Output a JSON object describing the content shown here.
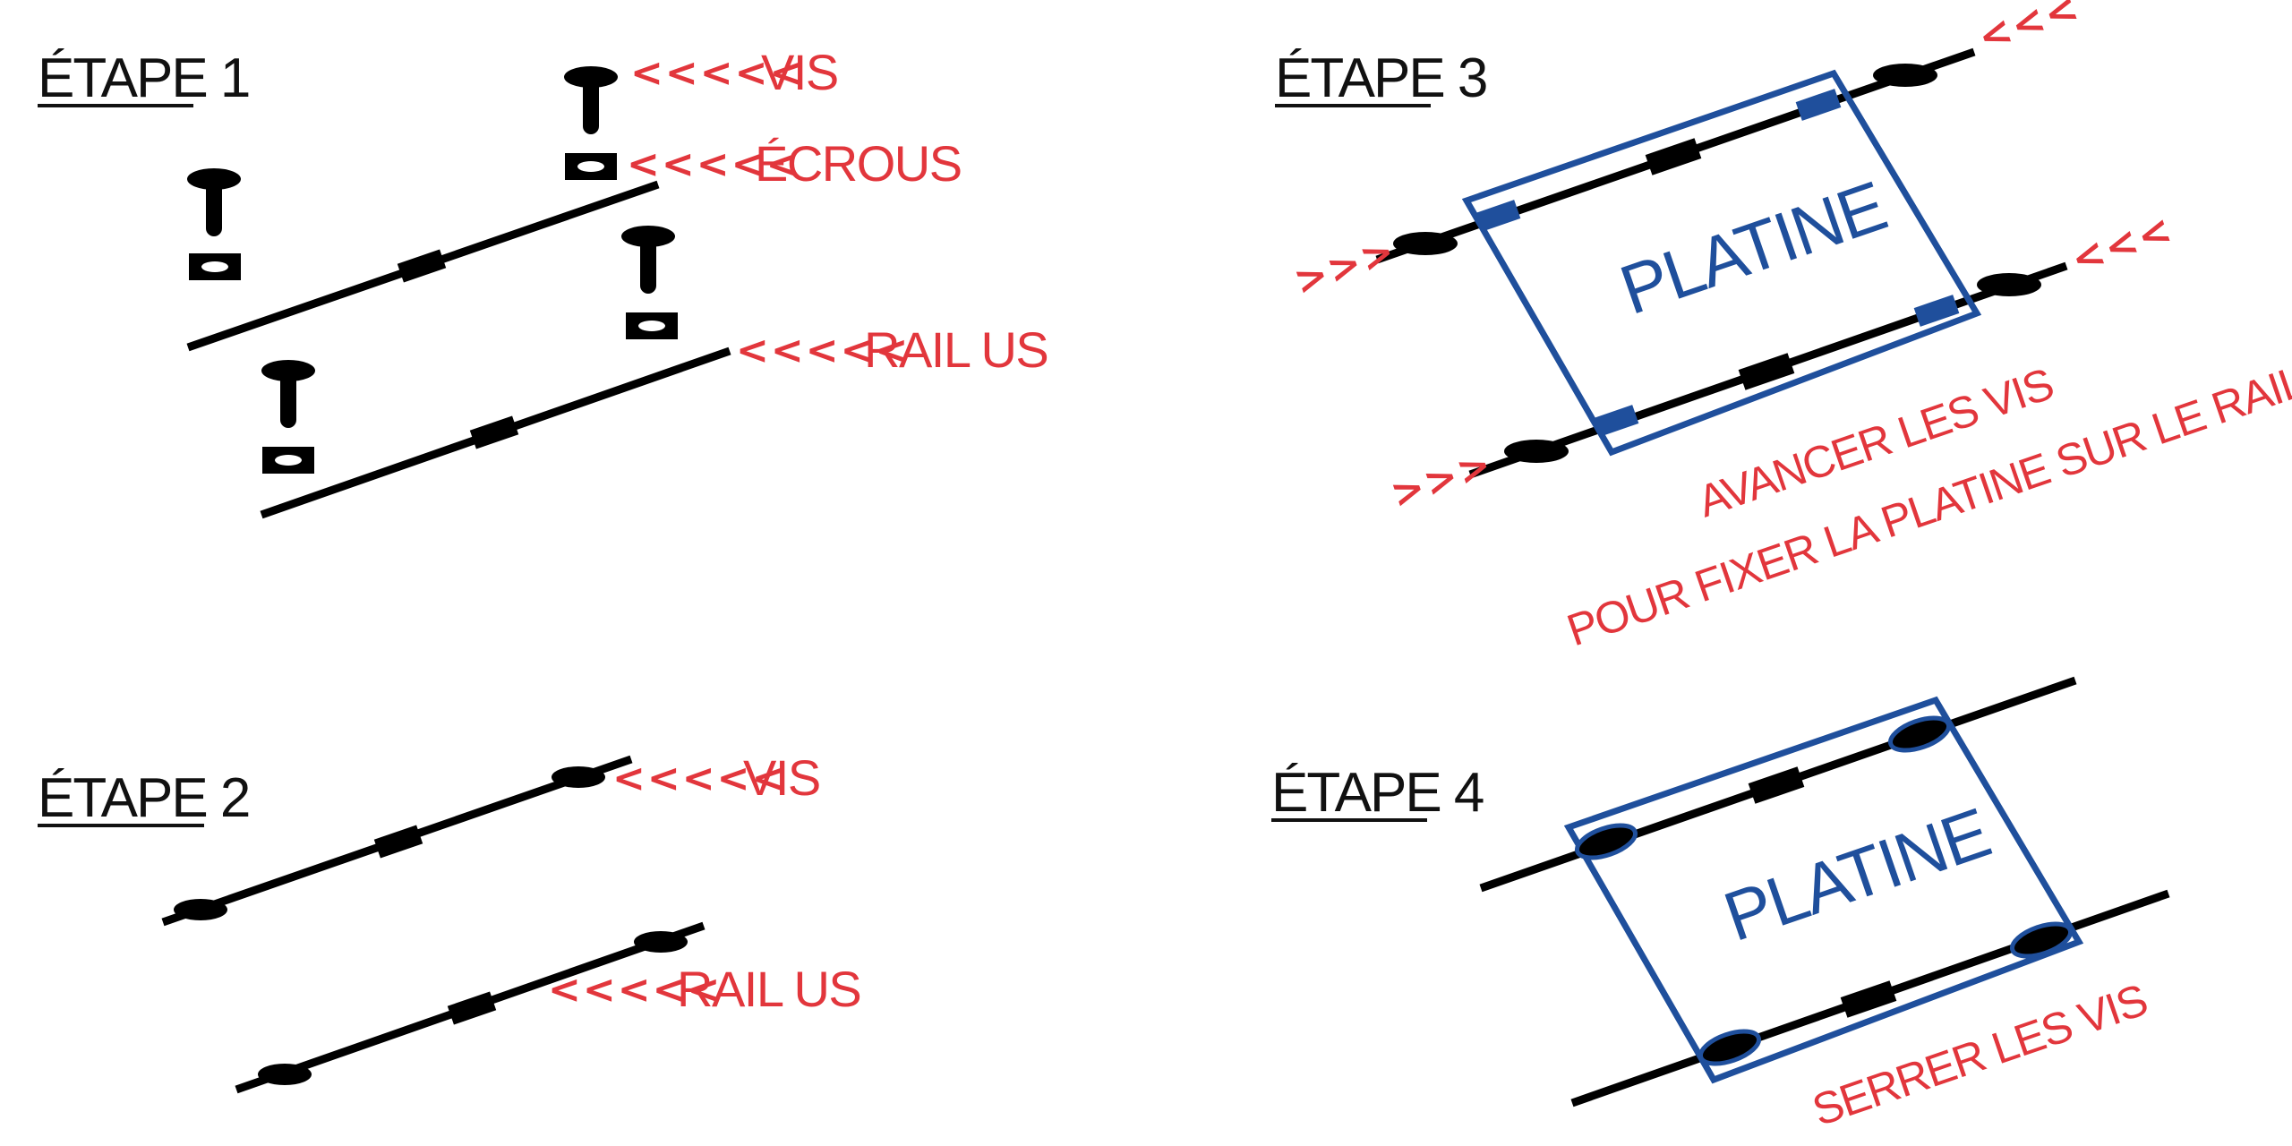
{
  "steps": [
    {
      "title": "ÉTAPE 1",
      "labels": {
        "vis": "VIS",
        "ecrous": "ÉCROUS",
        "rail": "RAIL US"
      }
    },
    {
      "title": "ÉTAPE 2",
      "labels": {
        "vis": "VIS",
        "rail": "RAIL US"
      }
    },
    {
      "title": "ÉTAPE 3",
      "plate": "PLATINE",
      "instruction_line1": "AVANCER LES VIS",
      "instruction_line2": "POUR FIXER LA PLATINE SUR LE RAIL US"
    },
    {
      "title": "ÉTAPE 4",
      "plate": "PLATINE",
      "instruction": "SERRER LES VIS"
    }
  ],
  "arrows": {
    "left5": "<<<<<",
    "left3": "<<<",
    "right3": ">>>"
  },
  "colors": {
    "ink": "#000000",
    "label_red": "#e2363c",
    "plate_blue": "#1f4f9c"
  }
}
